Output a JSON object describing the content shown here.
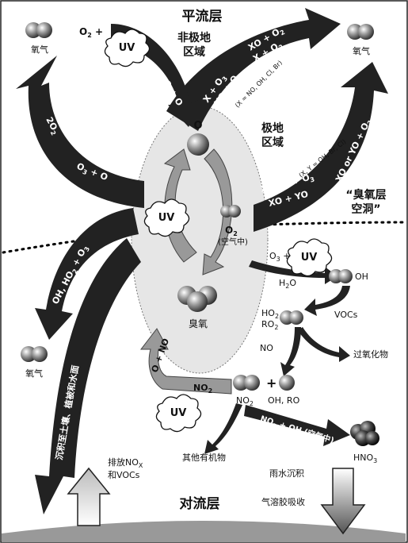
{
  "labels": {
    "stratosphere": "平流层",
    "non_polar": "非极地",
    "region1": "区域",
    "polar": "极地",
    "region2": "区域",
    "ozone_hole_1": "“臭氧层",
    "ozone_hole_2": "空洞”",
    "troposphere": "对流层",
    "oxygen_tl": "氧气",
    "oxygen_tr": "氧气",
    "oxygen_left": "氧气",
    "ozone": "臭氧",
    "o_atom": "O",
    "o2": "O",
    "o2_sub": "2",
    "in_air": "(空气中)",
    "uv": "UV",
    "o2_plus": "O",
    "o2_plus_sub": "2",
    "o2_plus_tail": " +",
    "o_plus_o": "O + O",
    "two_o2": "2O",
    "two_o2_sub": "2",
    "o3_plus_o": "O",
    "o3_plus_o_sub": "3",
    "o3_plus_o_tail": " + O",
    "xo_o3_left": "X + O",
    "xo_o3_left_sub": "3",
    "xo_o_left": "XO + O",
    "xo_o2_right": "XO + O",
    "xo_o2_right_sub": "2",
    "x_o2_right": "X + O",
    "x_o2_right_sub": "2",
    "x_note": "(X = NO, OH, Cl, Br)",
    "xy_o3": "X or Y + O",
    "xy_o3_sub": "3",
    "xo_yo": "XO + YO",
    "xo_yo_o2": "XO or YO + O",
    "xo_yo_o2_sub": "2",
    "xy_o2": "X + Y + O",
    "xy_o2_sub": "2",
    "xy_note": "(X, Y = OH, Br, Cl)",
    "oh_ho2_o3": "OH, HO",
    "oh_ho2_o3_sub": "2",
    "oh_ho2_o3_tail": " + O",
    "oh_ho2_o3_sub2": "3",
    "deposition": "沉积至土壤、植被和水面",
    "o3_plus": "O",
    "o3_plus_sub": "3",
    "o3_plus_tail": " +",
    "h2o": "H",
    "h2o_sub": "2",
    "h2o_tail": "O",
    "oh": "OH",
    "ho2": "HO",
    "ho2_sub": "2",
    "ro2": "RO",
    "ro2_sub": "2",
    "vocs": "VOCs",
    "no": "NO",
    "peroxides": "过氧化物",
    "no2": "NO",
    "no2_sub": "2",
    "oh_ro": "OH, RO",
    "o_no": "O + NO",
    "no2_arrow": "NO",
    "no2_arrow_sub": "2",
    "no2_oh": "NO",
    "no2_oh_sub": "2",
    "no2_oh_tail": " + OH (空气中)",
    "hno3": "HNO",
    "hno3_sub": "3",
    "other_organics": "其他有机物",
    "rainout": "雨水沉积",
    "aerosol": "气溶胶吸收",
    "emit1": "排放NO",
    "emit1_sub": "X",
    "emit2": "和VOCs",
    "plus_sign": "+"
  }
}
